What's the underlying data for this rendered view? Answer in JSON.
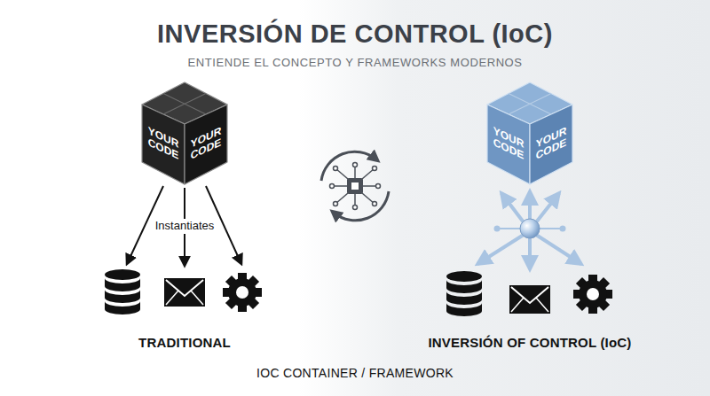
{
  "diagram": {
    "title": "INVERSIÓN DE CONTROL (IoC)",
    "nodes": [
      {
        "text": [
          "YOUR CODE",
          "YOUR CODE"
        ]
      },
      {
        "text": [
          "YOUR CODE",
          "YOUR CODE"
        ]
      }
    ],
    "labels": [
      "ENTIENDE EL CONCEPTO Y FRAMEWORKS MODERNOS",
      "Instantiates",
      "TRADITIONAL",
      "INVERSIÓN OF CONTROL (IoC)",
      "IOC CONTAINER / FRAMEWORK"
    ]
  }
}
